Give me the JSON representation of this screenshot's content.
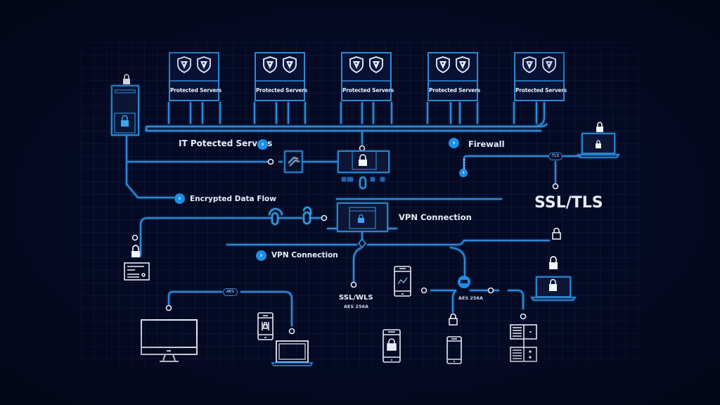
{
  "diagram": {
    "server_row": [
      {
        "label": "Protected Servers",
        "icons": [
          "shield-icon",
          "shield-icon"
        ]
      },
      {
        "label": "Protected Servers",
        "icons": [
          "shield-icon",
          "shield-icon"
        ]
      },
      {
        "label": "Protected Servers",
        "icons": [
          "shield-icon",
          "shield-icon"
        ]
      },
      {
        "label": "Protected Servers",
        "icons": [
          "shield-icon",
          "shield-icon"
        ]
      },
      {
        "label": "Protected Servers",
        "icons": [
          "shield-icon",
          "shield-icon"
        ]
      }
    ],
    "labels": {
      "it_protected_servers": "IT Potected Servers",
      "firewall": "Firewall",
      "encrypted_data_flow": "Encrypted Data Flow",
      "vpn_connection_main": "VPN Connection",
      "vpn_connection_secondary": "VPN Connection",
      "ssl_tls": "SSL/TLS",
      "ssl_wls": "SSL/WLS",
      "ssl_wls_sub": "AES 256A",
      "aes_tag": "AES 256A",
      "tag_left": "AES",
      "tag_right": "TLS"
    },
    "chevron_glyph": "›",
    "colors": {
      "background": "#050a24",
      "line": "#2e8ad6",
      "accent": "#1d8fe6",
      "text": "#e8eef8",
      "device": "#e6ecf5"
    }
  }
}
